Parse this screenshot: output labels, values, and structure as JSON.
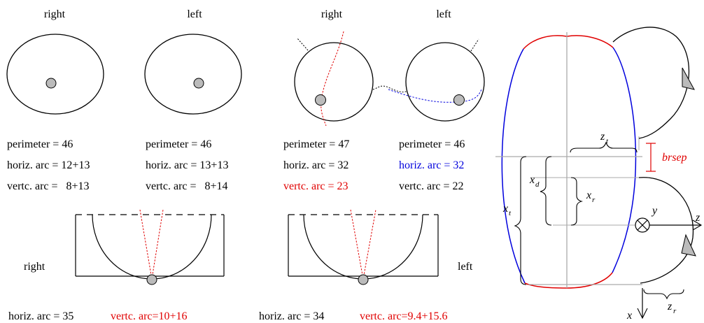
{
  "colors": {
    "red": "#e00000",
    "blue": "#0000dd",
    "gray_guide": "#aaaaaa",
    "marker_fill": "#bbbbbb"
  },
  "top_left": {
    "headers": [
      "right",
      "left",
      "right",
      "left"
    ],
    "stats": [
      {
        "perimeter": "perimeter = 46",
        "horiz": "horiz. arc = 12+13",
        "vertc": "vertc. arc =   8+13"
      },
      {
        "perimeter": "perimeter = 46",
        "horiz": "horiz. arc = 13+13",
        "vertc": "vertc. arc =   8+14"
      },
      {
        "perimeter": "perimeter = 47",
        "horiz": "horiz. arc = 32",
        "vertc": "vertc. arc = 23"
      },
      {
        "perimeter": "perimeter = 46",
        "horiz": "horiz. arc = 32",
        "vertc": "vertc. arc = 22"
      }
    ]
  },
  "bottom": {
    "side_right": "right",
    "side_left": "left",
    "caption_right_horiz": "horiz. arc = 35",
    "caption_right_vertc": "vertc. arc=10+16",
    "caption_left_horiz": "horiz. arc = 34",
    "caption_left_vertc": "vertc. arc=9.4+15.6"
  },
  "schematic": {
    "brsep": "brsep",
    "x": "x",
    "y": "y",
    "z": "z",
    "t": "t",
    "d": "d",
    "r": "r"
  }
}
